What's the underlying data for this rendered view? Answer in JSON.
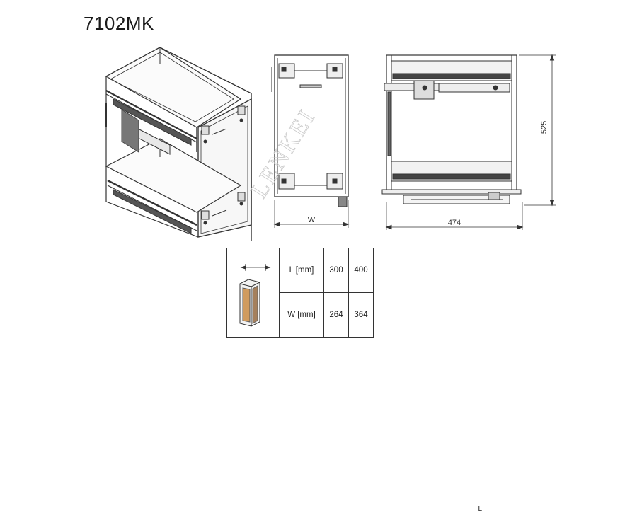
{
  "title": "7102MK",
  "watermark": "LENKEI",
  "dimensions": {
    "front_width": "W",
    "side_depth": "474",
    "side_height": "525"
  },
  "table": {
    "icon_label": "L",
    "rows": [
      {
        "label": "L [mm]",
        "values": [
          "300",
          "400"
        ]
      },
      {
        "label": "W [mm]",
        "values": [
          "264",
          "364"
        ]
      }
    ]
  }
}
